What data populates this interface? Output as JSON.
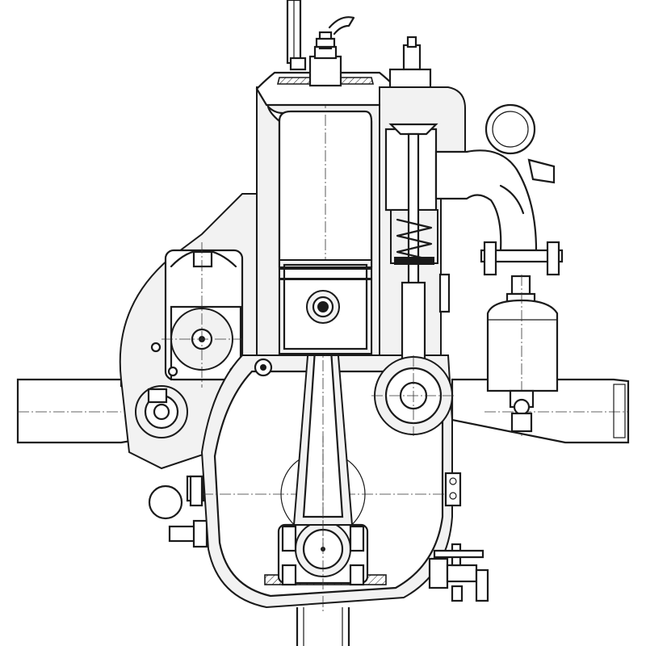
{
  "diagram": {
    "subject": "single-cylinder-engine-cross-section",
    "style": "monochrome technical line drawing",
    "colors": {
      "ink": "#1a1a1a",
      "paper": "#ffffff",
      "section_fill": "#f2f2f2"
    },
    "parts": [
      "cylinder",
      "cylinder-head",
      "piston",
      "connecting-rod",
      "crankshaft",
      "crankcase",
      "valve",
      "valve-spring",
      "camshaft",
      "tappet",
      "inlet-manifold",
      "carburettor-float-chamber",
      "magneto",
      "mounting-arms",
      "drain-cock",
      "oil-filler",
      "priming-cock"
    ]
  }
}
